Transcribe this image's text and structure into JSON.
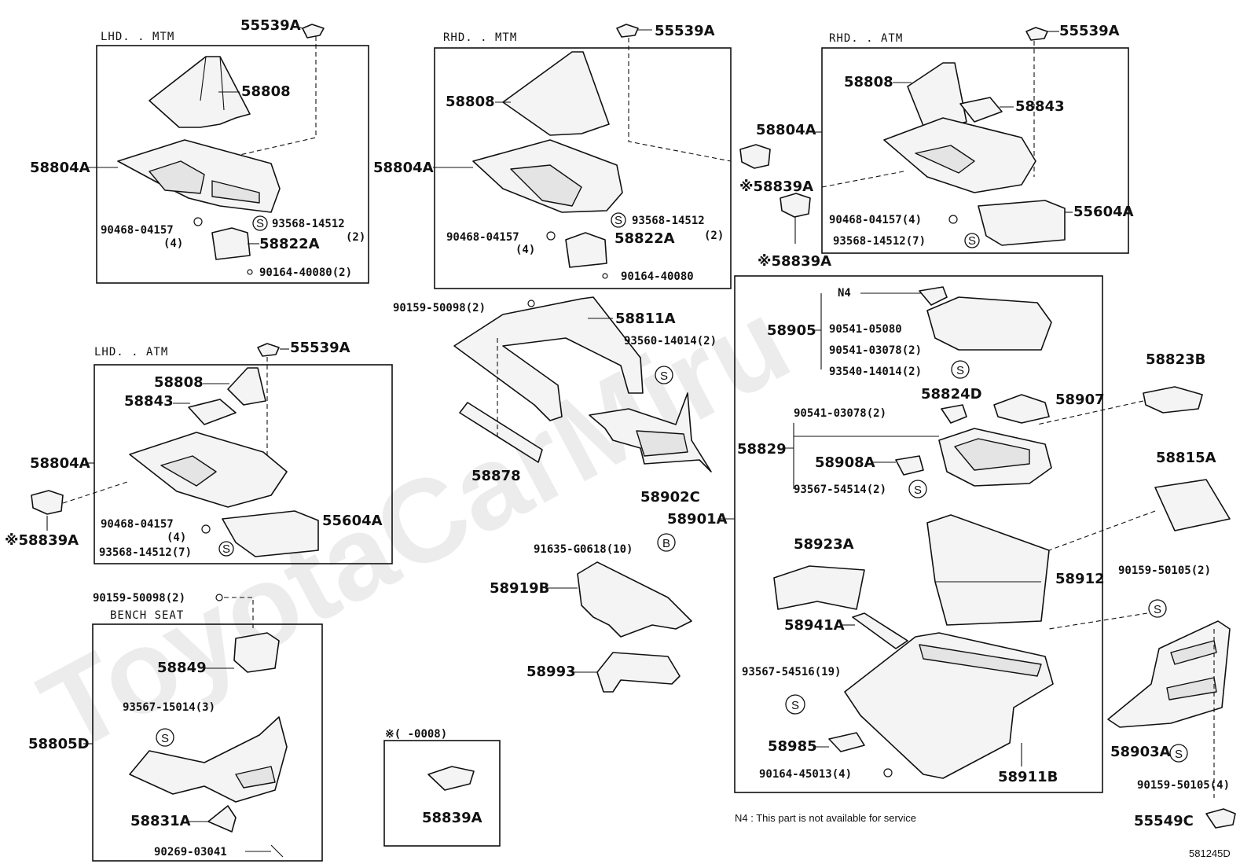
{
  "watermark": "ToyotaCarMiru",
  "diagram_id": "581245D",
  "note_text": "N4 : This part is not available for service",
  "sections": {
    "lhd_mtm": "LHD. . MTM",
    "rhd_mtm": "RHD. . MTM",
    "rhd_atm": "RHD. . ATM",
    "lhd_atm": "LHD. . ATM",
    "bench_seat": "BENCH SEAT",
    "range_note": "※(      -0008)"
  },
  "labels": {
    "l1": "55539A",
    "l2": "58808",
    "l3": "58804A",
    "l4": "90468-04157",
    "l5": "(4)",
    "l6": "93568-14512",
    "l7": "(2)",
    "l8": "58822A",
    "l9": "90164-40080(2)",
    "r1": "55539A",
    "r2": "58808",
    "r3": "58804A",
    "r4": "90468-04157",
    "r5": "(4)",
    "r6": "93568-14512",
    "r7": "(2)",
    "r8": "58822A",
    "r9": "90164-40080",
    "a1": "55539A",
    "a2": "58808",
    "a3": "58843",
    "a4": "58804A",
    "a5": "※58839A",
    "a6": "90468-04157(4)",
    "a7": "55604A",
    "a8": "93568-14512(7)",
    "a9": "※58839A",
    "b1": "55539A",
    "b2": "58808",
    "b3": "58843",
    "b4": "58804A",
    "b5": "90468-04157",
    "b6": "(4)",
    "b7": "55604A",
    "b8": "93568-14512(7)",
    "b9": "※58839A",
    "c1": "90159-50098(2)",
    "c2": "58849",
    "c3": "93567-15014(3)",
    "c4": "58805D",
    "c5": "58831A",
    "c6": "90269-03041",
    "c7": "58839A",
    "m1": "90159-50098(2)",
    "m2": "58811A",
    "m3": "93560-14014(2)",
    "m4": "58878",
    "m5": "58902C",
    "m6": "58901A",
    "m7": "91635-G0618(10)",
    "m8": "58919B",
    "m9": "58993",
    "n1": "N4",
    "n2": "58905",
    "n3": "90541-05080",
    "n4": "90541-03078(2)",
    "n5": "93540-14014(2)",
    "n6": "90541-03078(2)",
    "n7": "58824D",
    "n8": "58907",
    "n9": "58829",
    "n10": "58908A",
    "n11": "93567-54514(2)",
    "n12": "58923A",
    "n13": "58941A",
    "n14": "58912",
    "n15": "93567-54516(19)",
    "n16": "58985",
    "n17": "90164-45013(4)",
    "n18": "58911B",
    "e1": "58823B",
    "e2": "58815A",
    "e3": "90159-50105(2)",
    "e4": "58903A",
    "e5": "90159-50105(4)",
    "e6": "55549C"
  },
  "symbols": {
    "s": "S",
    "b": "B"
  }
}
